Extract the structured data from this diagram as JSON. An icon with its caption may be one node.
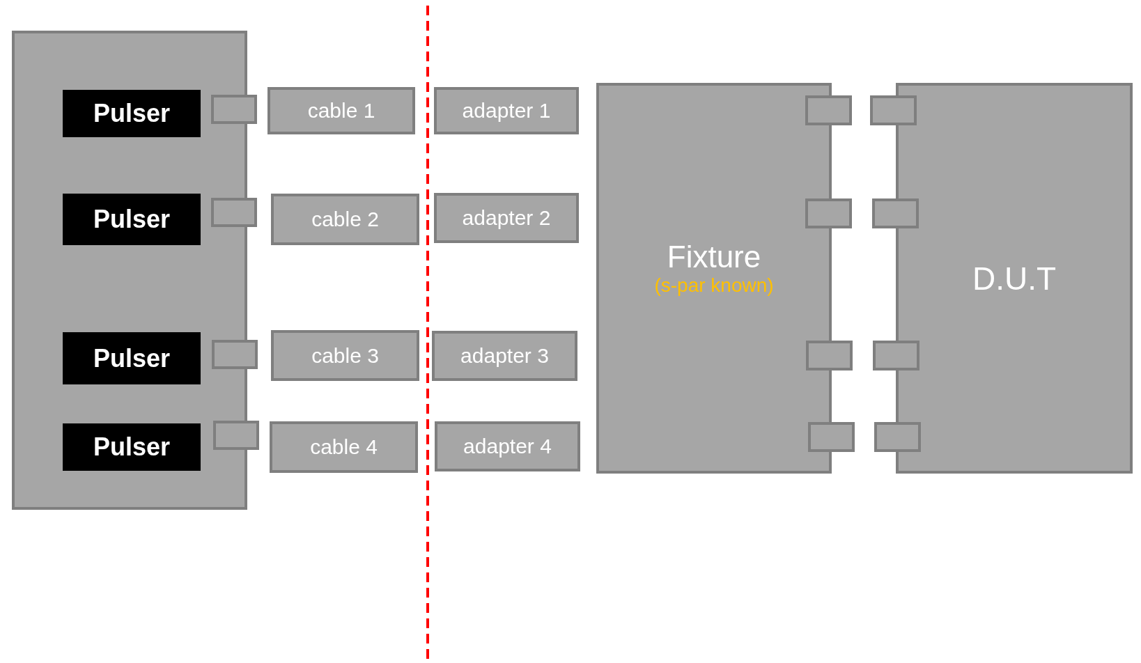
{
  "diagram": {
    "nodes": [
      {
        "text": [],
        "shape": "box"
      },
      {
        "text": [
          "Pulser"
        ],
        "in": 0
      },
      {
        "text": [
          "Pulser"
        ],
        "in": 0
      },
      {
        "text": [
          "Pulser"
        ],
        "in": 0
      },
      {
        "text": [
          "Pulser"
        ],
        "in": 0
      },
      {
        "text": [],
        "shape": "box"
      },
      {
        "text": [],
        "shape": "box"
      },
      {
        "text": [],
        "shape": "box"
      },
      {
        "text": [],
        "shape": "box"
      },
      {
        "text": [
          "cable 1"
        ]
      },
      {
        "text": [
          "cable 2"
        ]
      },
      {
        "text": [
          "cable 3"
        ]
      },
      {
        "text": [
          "cable 4"
        ]
      },
      {
        "text": [
          "adapter 1"
        ]
      },
      {
        "text": [
          "adapter 2"
        ]
      },
      {
        "text": [
          "adapter 3"
        ]
      },
      {
        "text": [
          "adapter 4"
        ]
      },
      {
        "text": [
          "Fixture",
          "(s-par known)"
        ]
      },
      {
        "text": [],
        "shape": "box"
      },
      {
        "text": [],
        "shape": "box"
      },
      {
        "text": [],
        "shape": "box"
      },
      {
        "text": [],
        "shape": "box"
      },
      {
        "text": [],
        "shape": "box"
      },
      {
        "text": [],
        "shape": "box"
      },
      {
        "text": [],
        "shape": "box"
      },
      {
        "text": [],
        "shape": "box"
      },
      {
        "text": [
          "D.U.T"
        ]
      }
    ],
    "edges": []
  }
}
